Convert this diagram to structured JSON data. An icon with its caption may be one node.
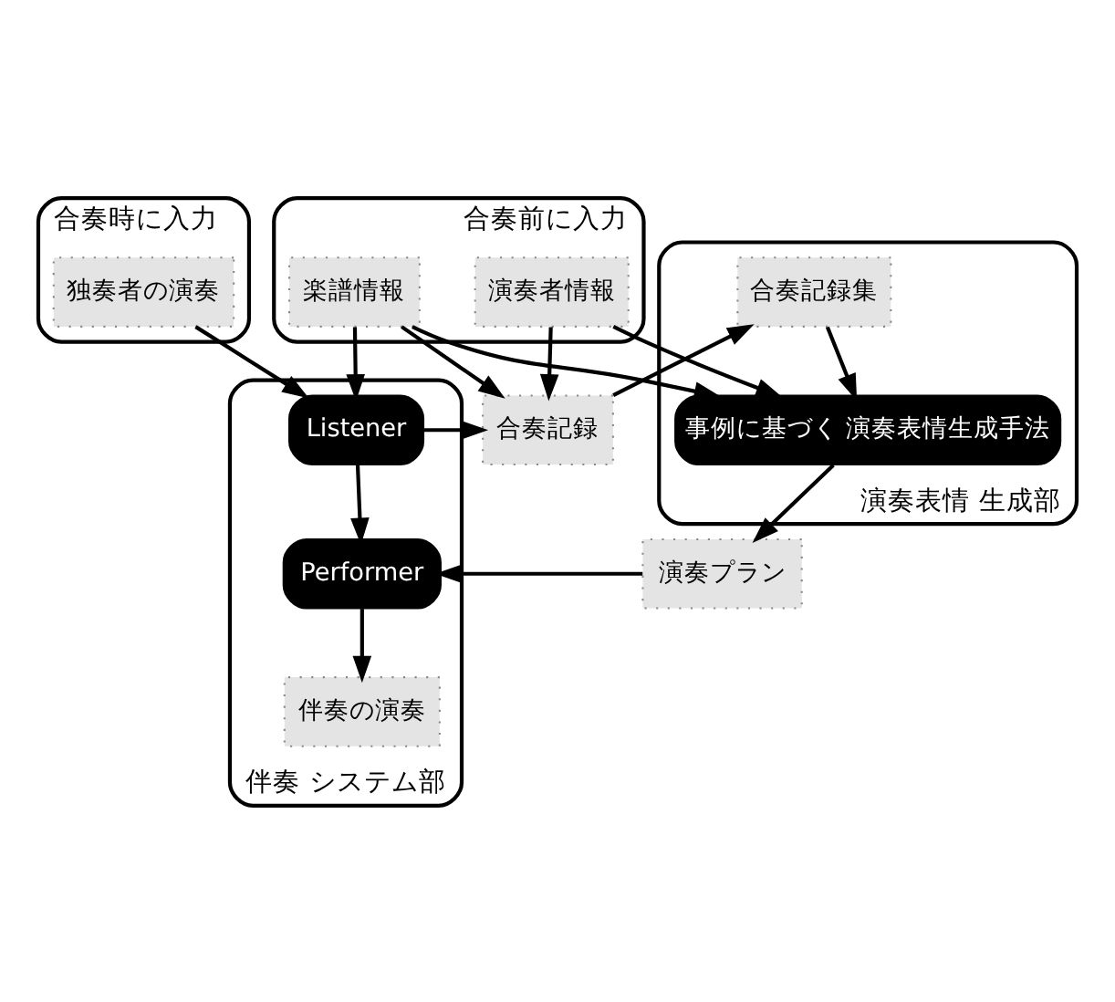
{
  "diagram": {
    "nodes": [
      {
        "text": [
          "合奏時に入力"
        ]
      },
      {
        "text": [
          "独奏者の演奏"
        ],
        "in": 0
      },
      {
        "text": [
          "合奏前に入力"
        ]
      },
      {
        "text": [
          "楽譜情報"
        ],
        "in": 2
      },
      {
        "text": [
          "演奏者情報"
        ],
        "in": 2
      },
      {
        "text": [
          "伴奏 システム部"
        ]
      },
      {
        "text": [
          "Listener"
        ],
        "in": 5
      },
      {
        "text": [
          "Performer"
        ],
        "in": 5
      },
      {
        "text": [
          "伴奏の演奏"
        ],
        "in": 5
      },
      {
        "text": [
          "合奏記録"
        ]
      },
      {
        "text": [
          "演奏プラン"
        ]
      },
      {
        "text": [
          "演奏表情 生成部"
        ]
      },
      {
        "text": [
          "合奏記録集"
        ],
        "in": 11
      },
      {
        "text": [
          "事例に基づく 演奏表情生成手法"
        ],
        "in": 11
      }
    ],
    "edges": [
      {
        "from": 1,
        "to": 6,
        "arrow": "to"
      },
      {
        "from": 3,
        "to": 6,
        "arrow": "to"
      },
      {
        "from": 3,
        "to": 9,
        "arrow": "to"
      },
      {
        "from": 3,
        "to": 13,
        "arrow": "to"
      },
      {
        "from": 4,
        "to": 9,
        "arrow": "to"
      },
      {
        "from": 4,
        "to": 13,
        "arrow": "to"
      },
      {
        "from": 6,
        "to": 9,
        "arrow": "to"
      },
      {
        "from": 9,
        "to": 12,
        "arrow": "to"
      },
      {
        "from": 6,
        "to": 7,
        "arrow": "to"
      },
      {
        "from": 12,
        "to": 13,
        "arrow": "to"
      },
      {
        "from": 13,
        "to": 10,
        "arrow": "to"
      },
      {
        "from": 10,
        "to": 7,
        "arrow": "to"
      },
      {
        "from": 7,
        "to": 8,
        "arrow": "to"
      }
    ]
  }
}
